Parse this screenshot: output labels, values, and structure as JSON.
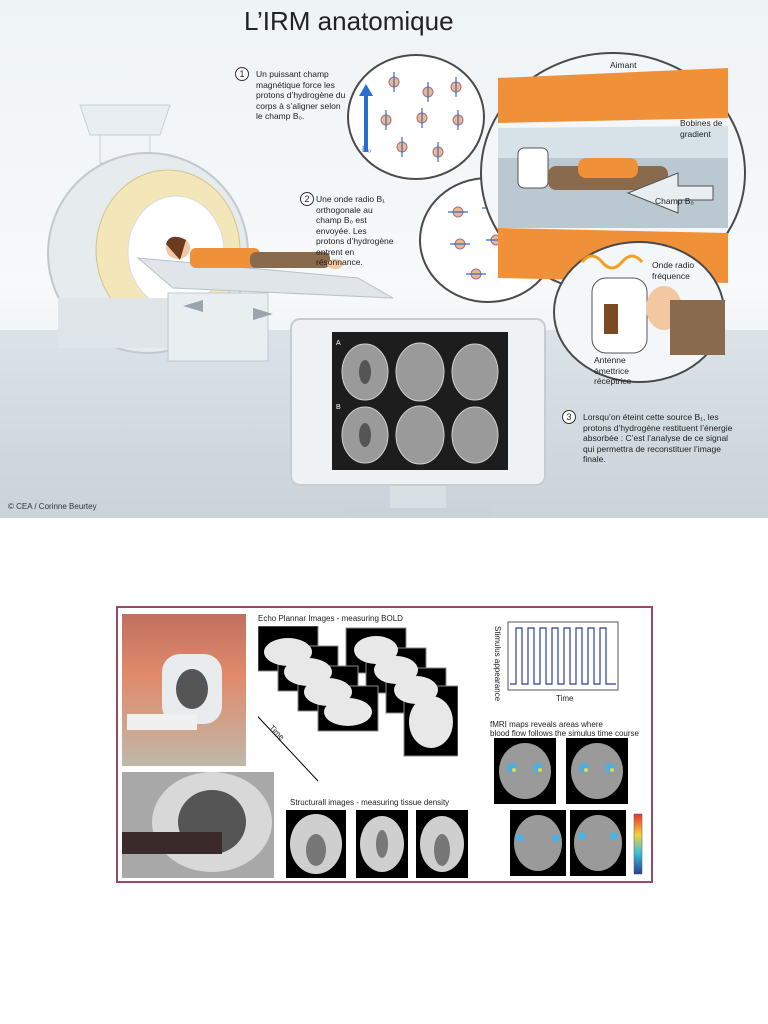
{
  "infographic": {
    "title": "L’IRM anatomique",
    "step1_number": "1",
    "step1_text": "Un puissant champ magnétique force les protons d’hydrogène du corps à s’aligner selon le champ B₀.",
    "step2_number": "2",
    "step2_text": "Une onde radio B₁ orthogonale au champ B₀ est envoyée. Les protons d’hydrogène entrent en résonnance.",
    "step3_number": "3",
    "step3_text": "Lorsqu’on éteint cette source B₁, les protons d’hydrogène restituent l’énergie absorbée : C’est l’analyse de ce signal qui permettra de reconstituer l’image finale.",
    "label_b0": "B₀",
    "label_aimant": "Aimant",
    "label_bobines": "Bobines de gradient",
    "label_champ": "Champ B₀",
    "label_onde": "Onde radio fréquence",
    "label_antenne": "Antenne émettrice réceptrice",
    "label_row_a": "A",
    "label_row_b": "B",
    "credit": "© CEA / Corinne Beurtey",
    "colors": {
      "orange": "#f0913a",
      "blue": "#2a6fd0",
      "screen": "#1d1d1d"
    }
  },
  "fmri_figure": {
    "epi_title": "Echo Plannar Images - measuring BOLD",
    "time_label": "Time",
    "structural_title": "Structurall images - measuring tissue density",
    "stim_ylabel": "Stimulus appearance",
    "stim_xlabel": "Time",
    "fmri_caption_1": "fMRI maps reveals areas where",
    "fmri_caption_2": "blood flow follows the simulus time course",
    "border_color": "#9c4a64"
  }
}
